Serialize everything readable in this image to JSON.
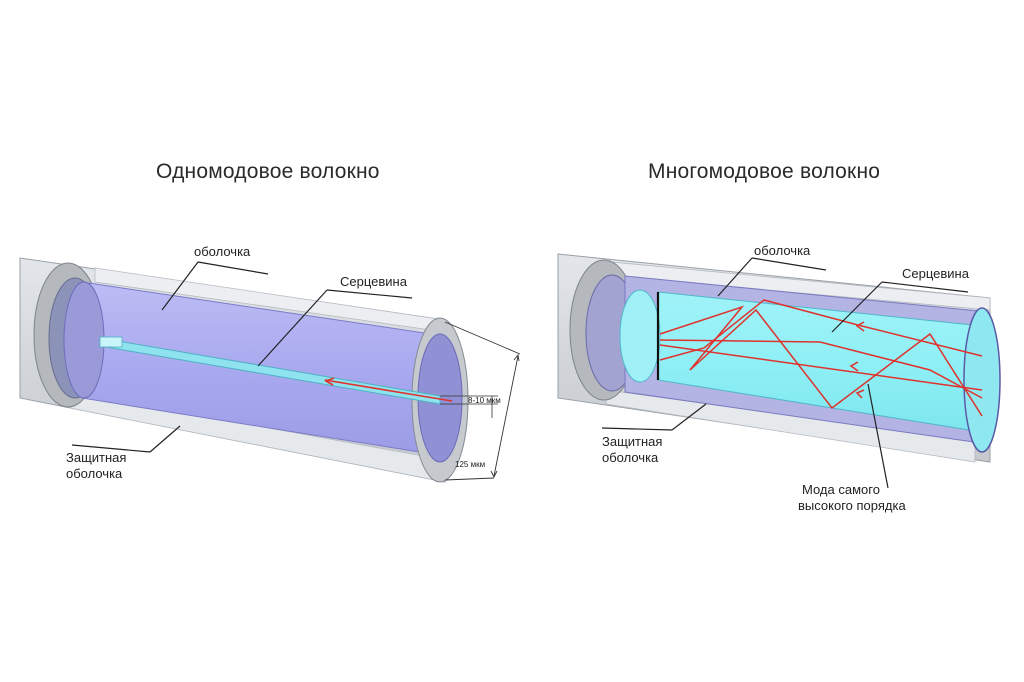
{
  "left": {
    "title": "Одномодовое волокно",
    "label_cladding": "оболочка",
    "label_core": "Серцевина",
    "label_coating_1": "Защитная",
    "label_coating_2": "оболочка",
    "dim_core": "8-10 мкм",
    "dim_fiber": "125 мкм"
  },
  "right": {
    "title": "Многомодовое волокно",
    "label_cladding": "оболочка",
    "label_core": "Серцевина",
    "label_coating_1": "Защитная",
    "label_coating_2": "оболочка",
    "label_mode_1": "Мода самого",
    "label_mode_2": "высокого порядка"
  },
  "colors": {
    "coating": "#d6dadf",
    "sm_cladding": "#a9a9f0",
    "sm_core": "#8fe3ef",
    "mm_cladding": "#b3b3e4",
    "mm_core": "#8ff0f6",
    "ray": "#e0322c"
  }
}
